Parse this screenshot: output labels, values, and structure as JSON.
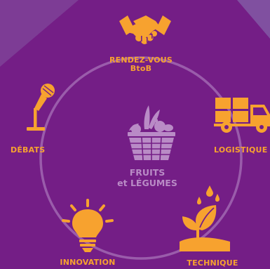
{
  "colors": {
    "background": "#741e86",
    "accent": "#f7a22f",
    "center_icon": "#b98bc6",
    "ring": "#9a5cab"
  },
  "center": {
    "line1": "FRUITS",
    "line2": "et LÉGUMES",
    "icon": "fruit-basket-icon"
  },
  "themes": [
    {
      "line1": "RENDEZ-VOUS",
      "line2": "BtoB",
      "icon": "handshake-icon"
    },
    {
      "line1": "LOGISTIQUE",
      "icon": "delivery-truck-icon"
    },
    {
      "line1": "TECHNIQUE",
      "icon": "sprouting-plant-icon"
    },
    {
      "line1": "INNOVATION",
      "icon": "lightbulb-icon"
    },
    {
      "line1": "DÉBATS",
      "icon": "microphone-icon"
    }
  ]
}
